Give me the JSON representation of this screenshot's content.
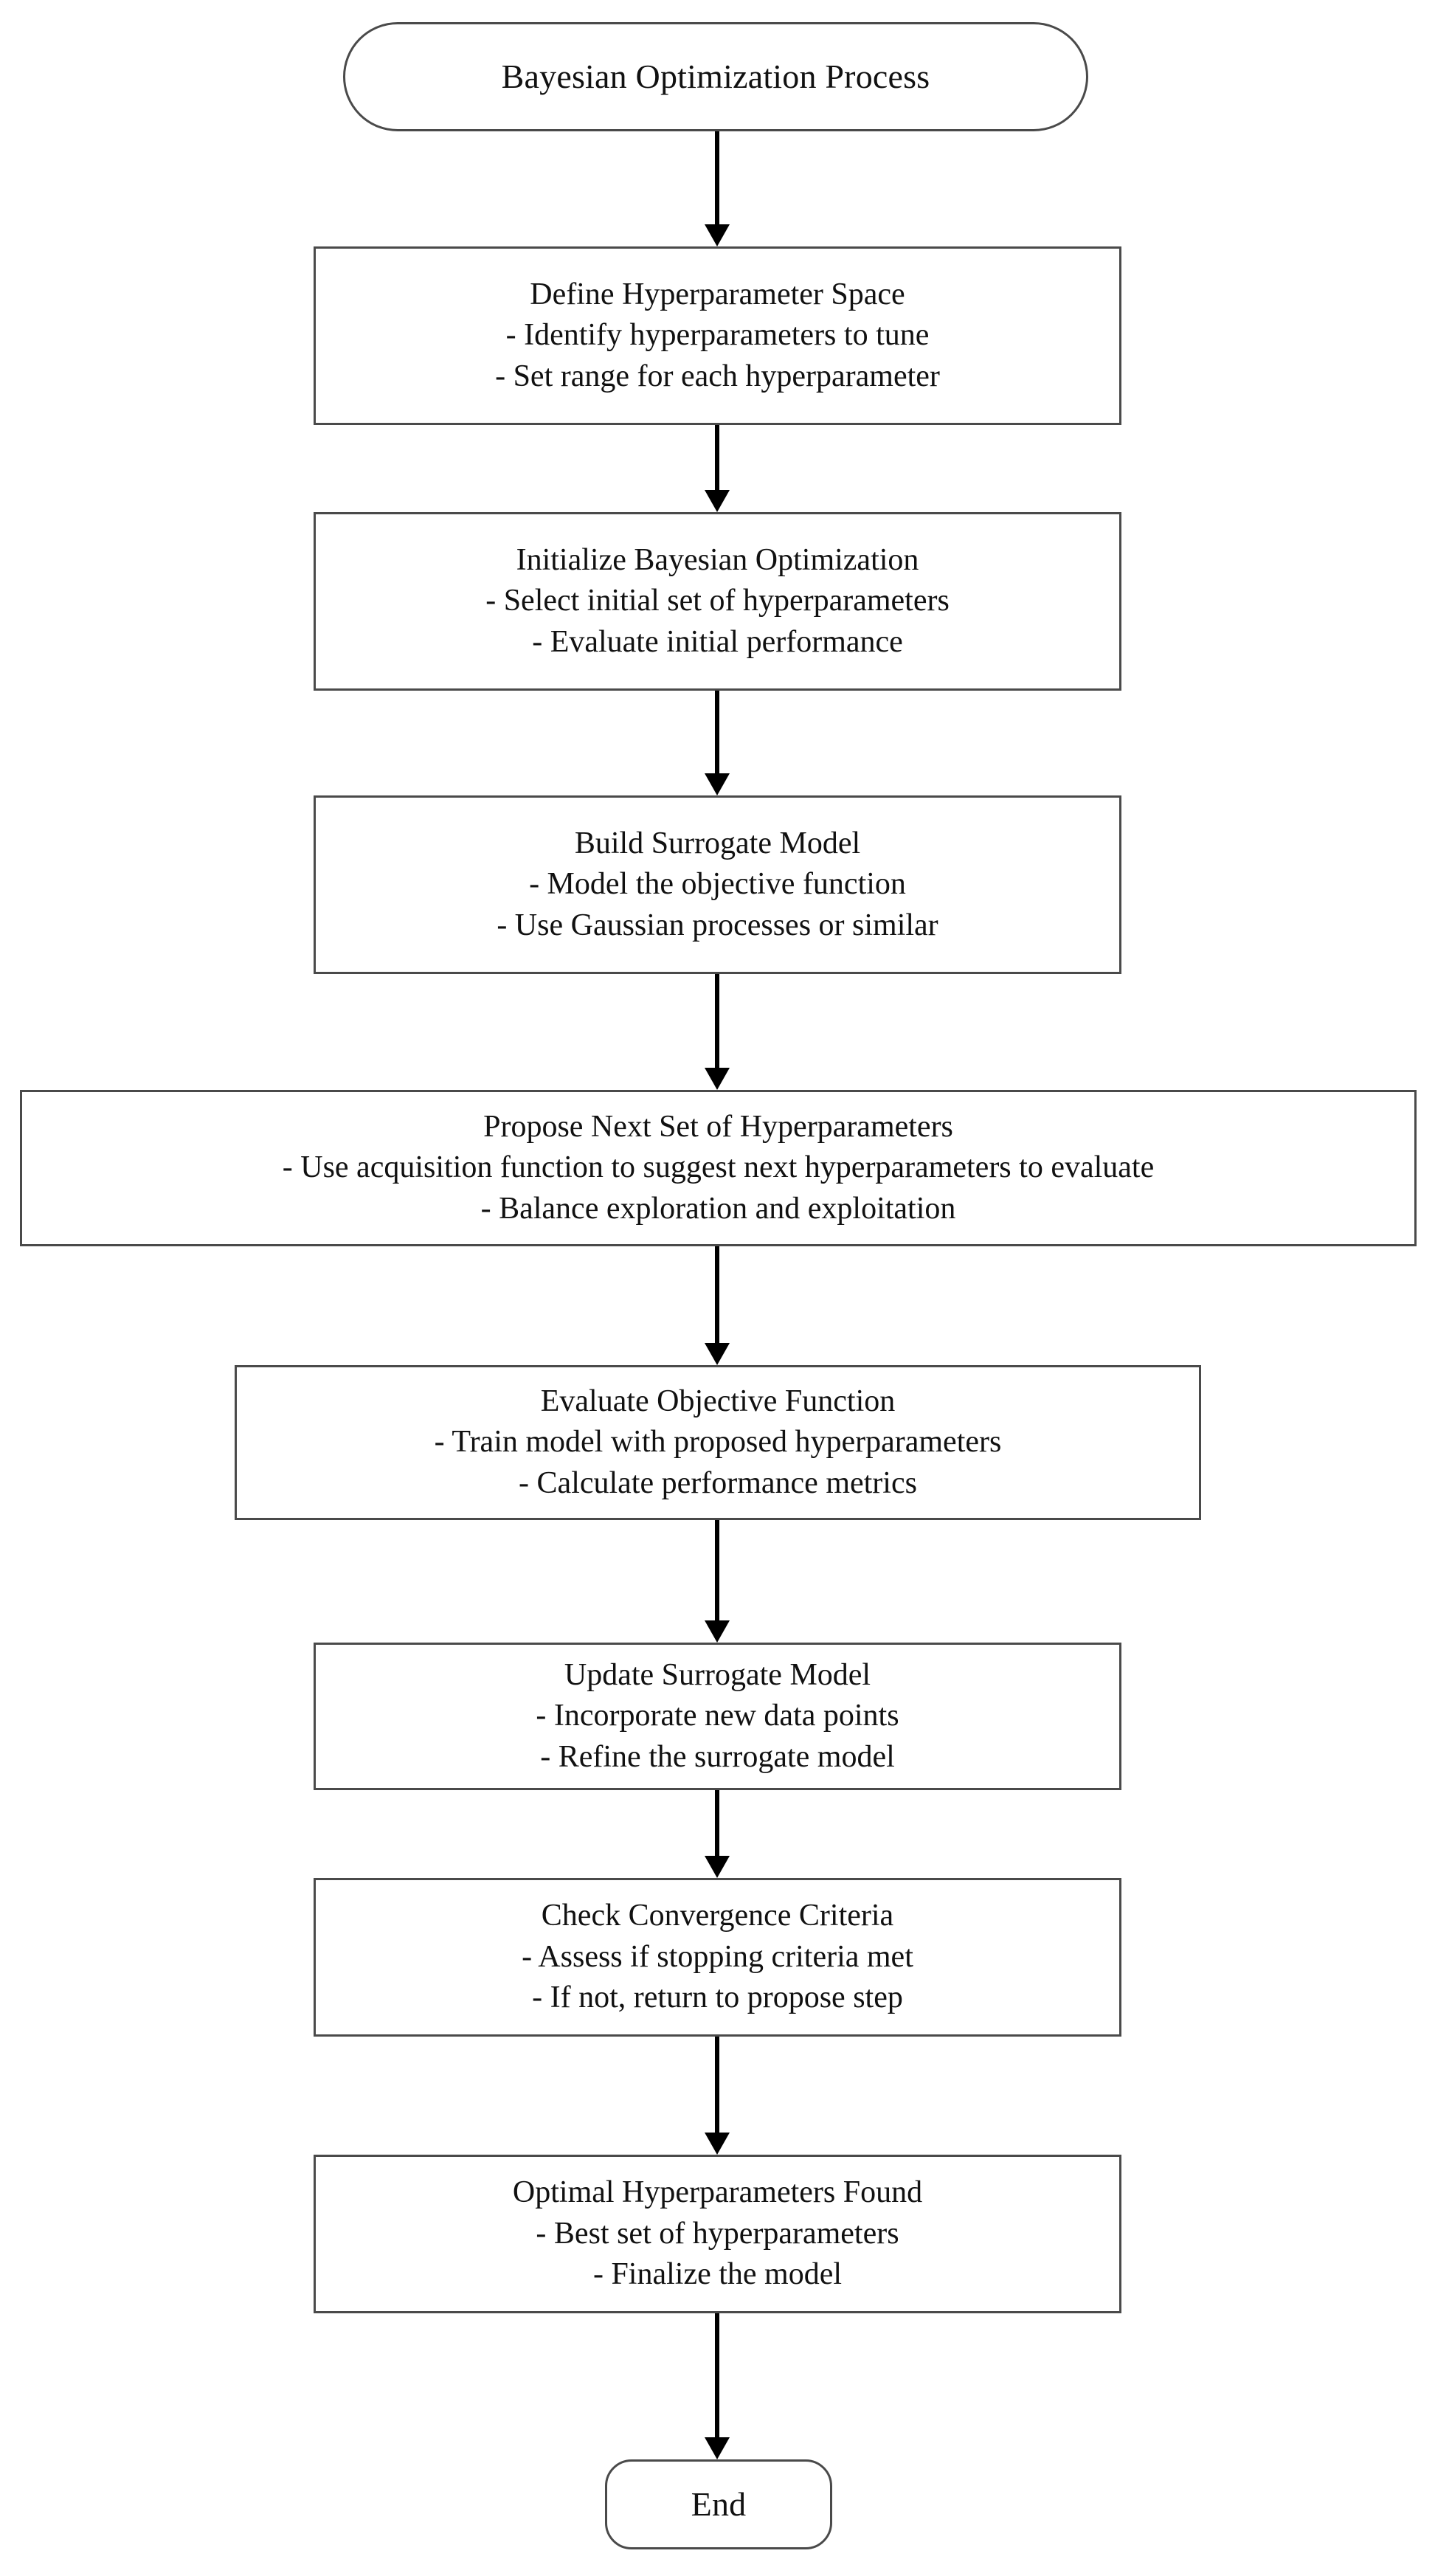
{
  "diagram": {
    "title": "Bayesian Optimization Process",
    "orientation": "top-to-bottom",
    "start_label": "Bayesian Optimization Process",
    "end_label": "End",
    "nodes": [
      {
        "id": "start",
        "shape": "terminator",
        "title": "Bayesian Optimization Process",
        "lines": []
      },
      {
        "id": "define-hyperparameter-space",
        "shape": "process",
        "title": "Define Hyperparameter Space",
        "lines": [
          "- Identify hyperparameters to tune",
          "- Set range for each hyperparameter"
        ]
      },
      {
        "id": "initialize-bayesian-optimization",
        "shape": "process",
        "title": "Initialize Bayesian Optimization",
        "lines": [
          "- Select initial set of hyperparameters",
          "- Evaluate initial performance"
        ]
      },
      {
        "id": "build-surrogate-model",
        "shape": "process",
        "title": "Build Surrogate Model",
        "lines": [
          "- Model the objective function",
          "- Use Gaussian processes or similar"
        ]
      },
      {
        "id": "propose-next-set-of-hyperparameters",
        "shape": "process",
        "title": "Propose Next Set of Hyperparameters",
        "lines": [
          "- Use acquisition function to suggest next hyperparameters to evaluate",
          "- Balance exploration and exploitation"
        ]
      },
      {
        "id": "evaluate-objective-function",
        "shape": "process",
        "title": "Evaluate Objective Function",
        "lines": [
          "- Train model with proposed hyperparameters",
          "- Calculate performance metrics"
        ]
      },
      {
        "id": "update-surrogate-model",
        "shape": "process",
        "title": "Update Surrogate Model",
        "lines": [
          "- Incorporate new data points",
          "- Refine the surrogate model"
        ]
      },
      {
        "id": "check-convergence-criteria",
        "shape": "process",
        "title": "Check Convergence Criteria",
        "lines": [
          "- Assess if stopping criteria met",
          "- If not, return to propose step"
        ]
      },
      {
        "id": "optimal-hyperparameters-found",
        "shape": "process",
        "title": "Optimal Hyperparameters Found",
        "lines": [
          "- Best set of hyperparameters",
          "- Finalize the model"
        ]
      },
      {
        "id": "end",
        "shape": "terminator",
        "title": "End",
        "lines": []
      }
    ],
    "colors": {
      "border": "#4a4a4a",
      "arrow": "#000000",
      "background": "#ffffff",
      "text": "#111111"
    }
  }
}
